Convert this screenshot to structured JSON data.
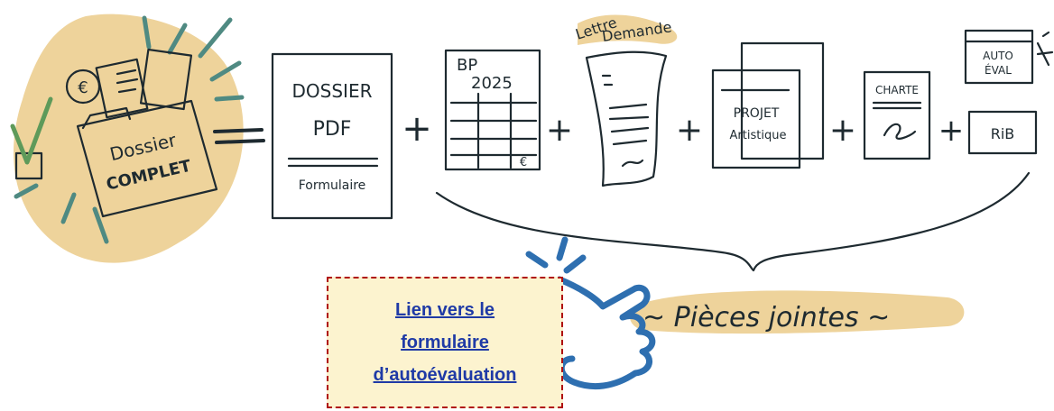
{
  "title": {
    "left": "Dossier",
    "right": "COMPLET"
  },
  "equals": "=",
  "items": {
    "dossier_pdf": {
      "line1": "DOSSIER",
      "line2": "PDF",
      "line3": "Formulaire"
    },
    "bp": {
      "line1": "BP",
      "line2": "2025",
      "currency": "€"
    },
    "lettre": {
      "line1": "Lettre",
      "line2": "Demande"
    },
    "projet": {
      "line1": "PROJET",
      "line2": "Artistique"
    },
    "charte": {
      "line1": "CHARTE"
    },
    "auto_eval": {
      "line1": "AUTO",
      "line2": "ÉVAL"
    },
    "rib": {
      "line1": "RiB"
    }
  },
  "plus": "+",
  "euro_coin": "€",
  "pieces_jointes": "~ Pièces jointes ~",
  "link": {
    "line1": "Lien vers le",
    "line2": "formulaire",
    "line3": "d’autoévaluation"
  },
  "colors": {
    "blob": "#eed39b",
    "teal_dark": "#4f8a82",
    "teal_light": "#d9ece6",
    "salmon": "#e8806a",
    "paper_yellow": "#f2dc9e",
    "hand_blue": "#2e6fb0",
    "link_bg": "#fcf3cf",
    "link_border": "#b00f0f"
  }
}
